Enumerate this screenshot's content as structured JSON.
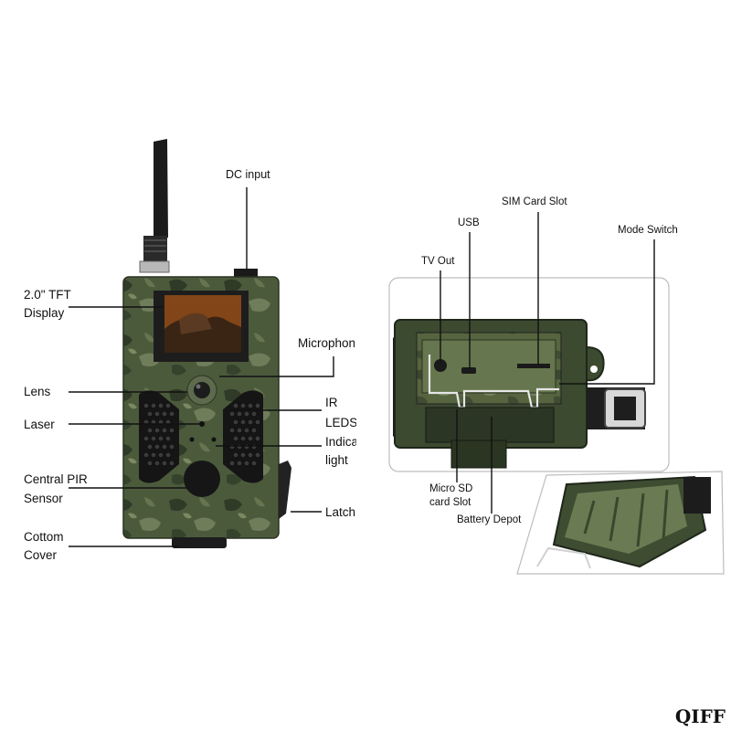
{
  "colors": {
    "camo_base": "#4c5a3c",
    "camo_dark": "#2f3a27",
    "camo_light": "#6f7d5a",
    "interior_green": "#5f6f4a",
    "leader_line": "#111111"
  },
  "left_labels": {
    "dc_input": "DC input",
    "tft_line1": "2.0\" TFT",
    "tft_line2": "Display",
    "microphone": "Microphone",
    "lens": "Lens",
    "ir_line1": "IR",
    "ir_line2": "LEDS",
    "laser": "Laser",
    "indicator_line1": "Indicator",
    "indicator_line2": "light",
    "pir_line1": "Central PIR",
    "pir_line2": "Sensor",
    "latch": "Latch",
    "bottom_line1": "Cottom",
    "bottom_line2": "Cover"
  },
  "right_labels": {
    "sim_card_slot": "SIM Card Slot",
    "usb": "USB",
    "mode_switch": "Mode Switch",
    "tv_out": "TV Out",
    "micro_sd_line1": "Micro SD",
    "micro_sd_line2": "card Slot",
    "battery_depot": "Battery Depot"
  },
  "watermark": "QIFF"
}
